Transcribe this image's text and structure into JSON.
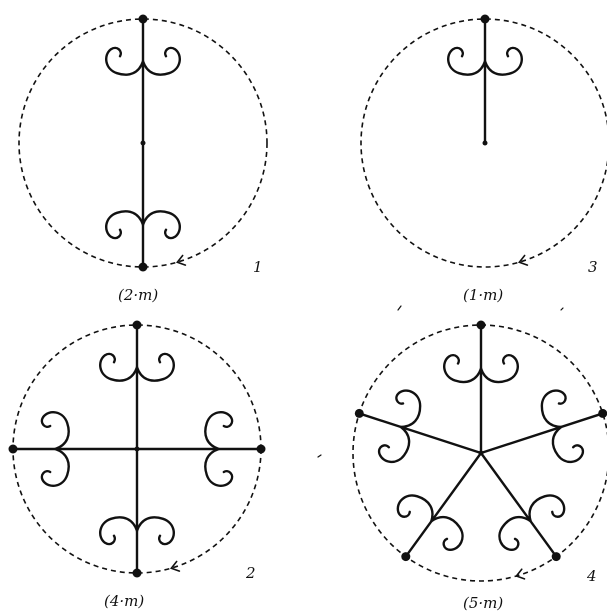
{
  "panels": [
    {
      "id": "p1",
      "caption": "(2·m)",
      "number": "1",
      "symmetry": 2
    },
    {
      "id": "p3",
      "caption": "(1·m)",
      "number": "3",
      "symmetry": 1
    },
    {
      "id": "p2",
      "caption": "(4·m)",
      "number": "2",
      "symmetry": 4
    },
    {
      "id": "p4",
      "caption": "(5·m)",
      "number": "4",
      "symmetry": 5
    }
  ],
  "colors": {
    "ink": "#111111",
    "background": "#ffffff"
  },
  "icons": {
    "motif": "double-scroll-motif-icon",
    "direction": "arrow-icon"
  }
}
